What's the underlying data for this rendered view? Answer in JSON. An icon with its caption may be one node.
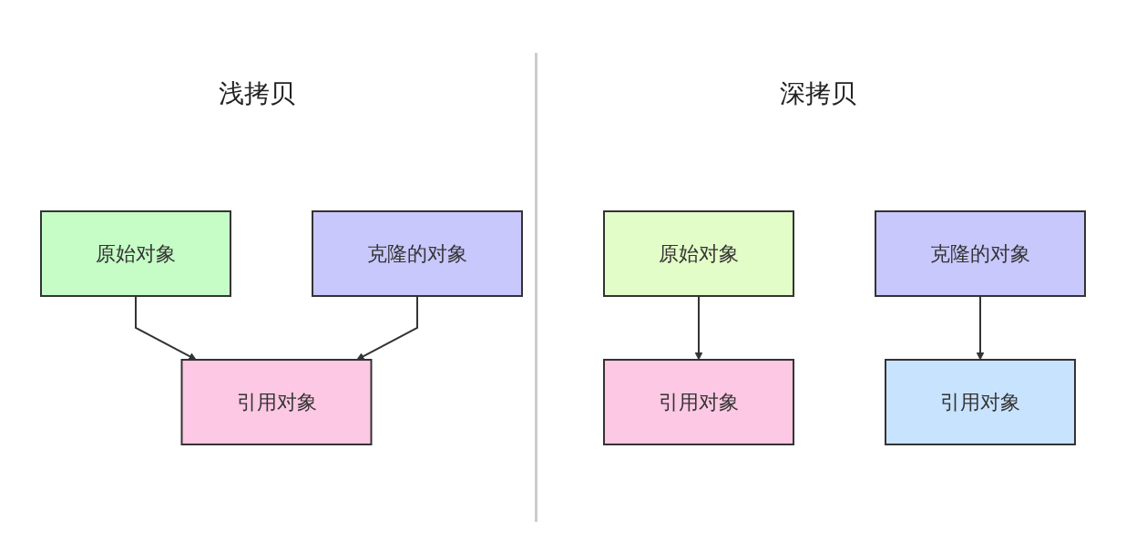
{
  "diagram": {
    "nodes": [
      {
        "text": [
          "原始对象"
        ]
      },
      {
        "text": [
          "克隆的对象"
        ]
      },
      {
        "text": [
          "引用对象"
        ]
      },
      {
        "text": [
          "原始对象"
        ]
      },
      {
        "text": [
          "克隆的对象"
        ]
      },
      {
        "text": [
          "引用对象"
        ]
      },
      {
        "text": [
          "引用对象"
        ]
      }
    ],
    "edges": [
      {
        "from": 0,
        "to": 2,
        "arrow": "to"
      },
      {
        "from": 1,
        "to": 2,
        "arrow": "to"
      },
      {
        "from": 3,
        "to": 5,
        "arrow": "to"
      },
      {
        "from": 4,
        "to": 6,
        "arrow": "to"
      }
    ],
    "labels": [
      "浅拷贝",
      "深拷贝"
    ]
  }
}
